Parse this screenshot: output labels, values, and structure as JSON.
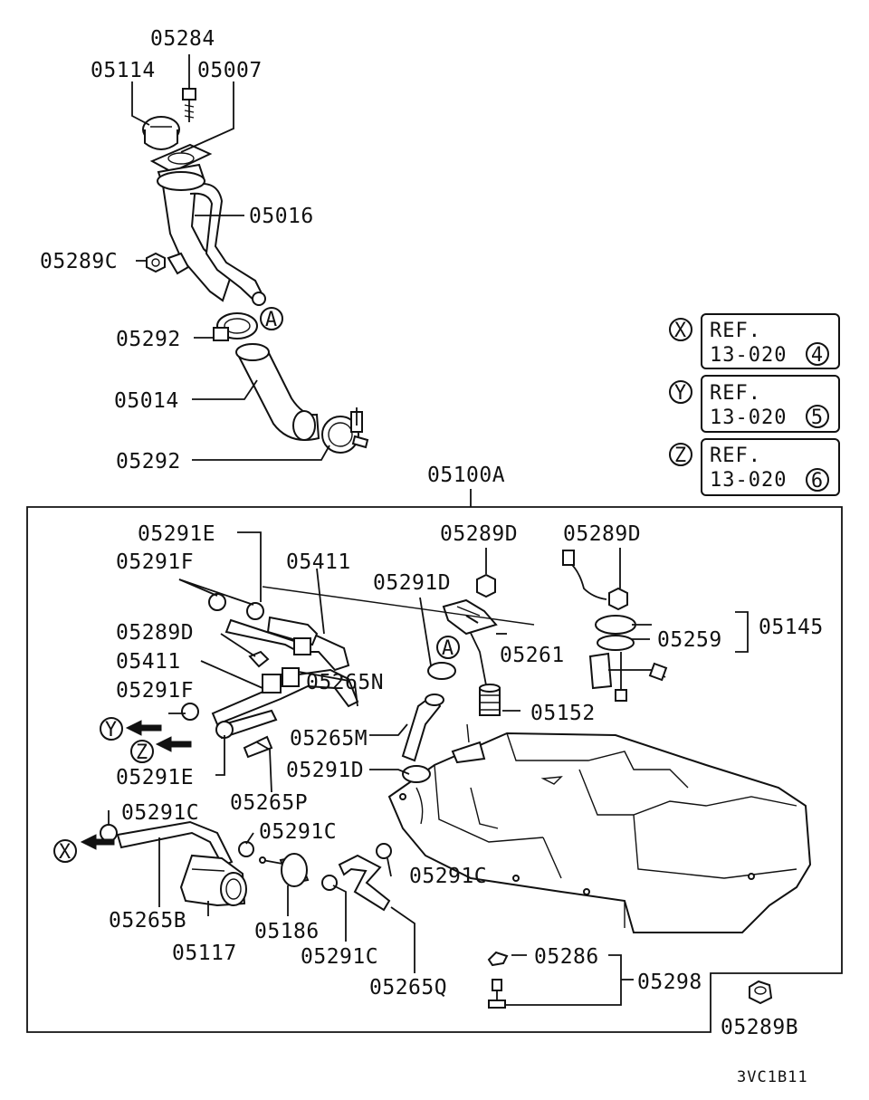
{
  "labels": {
    "p05284": "05284",
    "p05114": "05114",
    "p05007": "05007",
    "p05016": "05016",
    "p05289C": "05289C",
    "p05292_top": "05292",
    "p05014": "05014",
    "p05292_bot": "05292",
    "p05100A": "05100A",
    "p05291E_top": "05291E",
    "p05291F_top": "05291F",
    "p05411_top": "05411",
    "p05289D_left": "05289D",
    "p05411_mid": "05411",
    "p05291F_mid": "05291F",
    "p05291E_bot": "05291E",
    "p05265N": "05265N",
    "p05265M": "05265M",
    "p05265P": "05265P",
    "p05291D_top": "05291D",
    "p05291D_bot": "05291D",
    "p05289D_center": "05289D",
    "p05261": "05261",
    "p05152": "05152",
    "p05289D_right": "05289D",
    "p05145": "05145",
    "p05259": "05259",
    "p05291C_left": "05291C",
    "p05291C_mid": "05291C",
    "p05291C_right": "05291C",
    "p05291C_bot": "05291C",
    "p05265B": "05265B",
    "p05117": "05117",
    "p05186": "05186",
    "p05265Q": "05265Q",
    "p05286": "05286",
    "p05298": "05298",
    "p05289B": "05289B"
  },
  "refs": [
    {
      "marker": "X",
      "line1": "REF.",
      "line2": "13-020",
      "num": "4"
    },
    {
      "marker": "Y",
      "line1": "REF.",
      "line2": "13-020",
      "num": "5"
    },
    {
      "marker": "Z",
      "line1": "REF.",
      "line2": "13-020",
      "num": "6"
    }
  ],
  "markers": {
    "a_top": "A",
    "a_mid": "A",
    "x": "X",
    "y": "Y",
    "z": "Z"
  },
  "diagram_code": "3VC1B11"
}
